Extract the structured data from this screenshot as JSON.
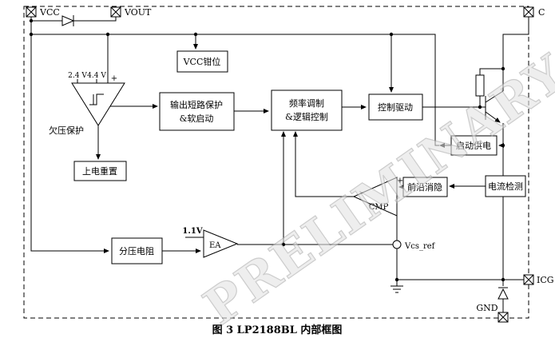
{
  "figure": {
    "caption": "图 3  LP2188BL 内部框图",
    "watermark": "PRELIMINARY"
  },
  "pins": {
    "vcc": "VCC",
    "vout": "VOUT",
    "c": "C",
    "icg": "ICG",
    "gnd": "GND"
  },
  "blocks": {
    "vcc_clamp": "VCC钳位",
    "uvlo": {
      "label": "欠压保护",
      "threshold_low": "2.4 V",
      "threshold_high": "4.4 V",
      "plus_input": "+"
    },
    "power_on_reset": "上电重置",
    "output_short_protect": {
      "line1": "输出短路保护",
      "line2": "&软启动"
    },
    "freq_logic": {
      "line1": "频率调制",
      "line2": "&逻辑控制"
    },
    "control_drive": "控制驱动",
    "startup_supply": "启动供电",
    "leading_edge_blanking": "前沿消隐",
    "current_sense": "电流检测",
    "voltage_divider": "分压电阻",
    "error_amp": {
      "label": "EA",
      "reference": "1.1V"
    },
    "comparator": {
      "label": "CMP",
      "plus_input": "+"
    },
    "vcs_ref": "Vcs_ref"
  },
  "colors": {
    "line": "#000000",
    "background": "#ffffff",
    "watermark": "#b5b5b5"
  }
}
